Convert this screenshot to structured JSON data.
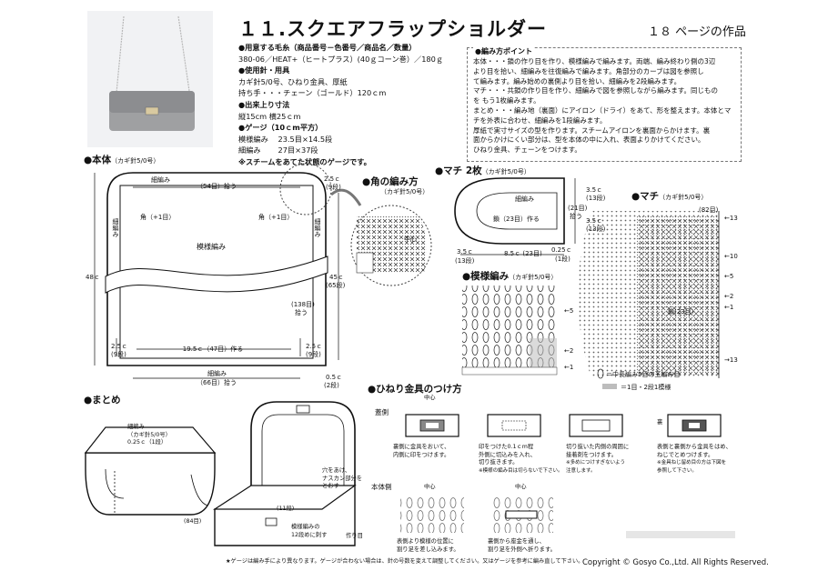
{
  "header": {
    "title": "１１.スクエアフラップショルダー",
    "page_ref": "１８ ページの作品"
  },
  "materials": {
    "yarn_heading": "●用意する毛糸（商品番号－色番号／商品名／数量）",
    "yarn_detail": "380-06／HEAT+（ヒートプラス）(40ｇコーン巻）／180ｇ",
    "tools_heading": "●使用針・用具",
    "tools_detail": "カギ針5/0号、ひねり金具、厚紙",
    "handle": "持ち手・・・チェーン（ゴールド）120ｃm",
    "size_heading": "●出来上り寸法",
    "size_detail": "縦15cm 横25ｃm",
    "gauge_heading": "●ゲージ（10ｃm平方）",
    "gauge_pattern": "模様編み　 23.5目×14.5段",
    "gauge_sc": "細編み　　 27目×37段",
    "gauge_note": "※スチームをあてた状態のゲージです。"
  },
  "tips": {
    "heading": "●編み方ポイント",
    "lines": [
      "本体・・・鎖の作り目を作り、模様編みで編みます。両端、編み終わり側の3辺",
      "より目を拾い、細編みを往復編みで編みます。角部分のカーブは図を参照し",
      "て編みます。編み始めの裏側より目を拾い、細編みを2段編みます。",
      "マチ・・・共鎖の作り目を作り、細編みで図を参照しながら編みます。同じもの",
      "を もう1枚編みます。",
      "まとめ・・・編み地（裏面）にアイロン（ドライ）をあて、形を整えます。本体とマ",
      "チを外表に合わせ、細編みを1段編みます。",
      "厚紙で実寸サイズの型を作ります。スチームアイロンを裏面からかけます。裏",
      "面からかけにくい部分は、型を本体の中に入れ、表面よりかけてください。",
      "ひねり金具、チェーンをつけます。"
    ]
  },
  "sections": {
    "body": "●本体",
    "body_hook": "（カギ針5/0号）",
    "corner": "●角の編み方",
    "corner_hook": "（カギ針5/0号）",
    "gusset2": "●マチ 2枚",
    "gusset2_hook": "（カギ針5/0号）",
    "gusset": "●マチ",
    "gusset_hook": "（カギ針5/0号）",
    "pattern": "●模様編み",
    "pattern_hook": "（カギ針5/0号）",
    "finish": "●まとめ",
    "clasp": "●ひねり金具のつけ方"
  },
  "body_labels": {
    "sc_top": "細編み",
    "pick54": "（54目）拾う",
    "corner_inc_l": "角（+1目）",
    "corner_inc_r": "角（+1目）",
    "sc_left": "細編み",
    "sc_right": "細編み",
    "pattern": "模様編み",
    "h48": "48ｃ",
    "h45": "45ｃ",
    "h45b": "(65段)",
    "pick138": "(138目)",
    "pick138b": "拾う",
    "w25l": "2.5ｃ",
    "w25lb": "(9段)",
    "w25r": "2.5ｃ",
    "w25rb": "(9段)",
    "w25t": "2.5ｃ",
    "w25tb": "(9段)",
    "start": "19.5ｃ（47目）作る",
    "sc_bottom": "細編み",
    "pick66": "（66目）拾う",
    "h05": "0.5ｃ",
    "h05b": "(2段)"
  },
  "corner_labels": {
    "center": "中心"
  },
  "gusset2_labels": {
    "sc": "細編み",
    "chain": "鎖（23目）作る",
    "w35": "3.5ｃ",
    "w35b": "(13段)",
    "w85": "8.5ｃ (23目)",
    "w025": "0.25ｃ",
    "w025b": "(1段)",
    "h35": "3.5ｃ",
    "h35b": "(13段)",
    "pick21": "(21目)",
    "pick21b": "拾う"
  },
  "gusset_labels": {
    "count82": "(82目)",
    "r13": "←13",
    "r10": "←10",
    "r5": "←5",
    "r2": "←2",
    "r1": "←1",
    "r13b": "→13",
    "chain23": "鎖(23目)"
  },
  "pattern_labels": {
    "r5": "←5",
    "r2": "←2",
    "r1": "←1",
    "legend1": "＝中長編み5目の玉編み目",
    "legend2": "＝1目・2段1模様"
  },
  "finish_labels": {
    "sc": "細編み",
    "hook": "（カギ針5/0号）",
    "rows": "0.25ｃ（1段）",
    "c84": "(84目)",
    "c11": "(11段)",
    "hole": "穴をあけ、",
    "hole2": "ナスカン部分を",
    "hole3": "とおす",
    "sew": "模様編みの",
    "sew2": "12段めに刺す",
    "make": "作り目"
  },
  "clasp_labels": {
    "center": "中心",
    "flap_side": "蓋側",
    "body_side": "本体側",
    "ura": "裏",
    "cap1": "裏側に金具をおいて、",
    "cap1b": "内側に印をつけます。",
    "cap2": "印をつけた0.1ｃm程",
    "cap2b": "外側に切込みを入れ、",
    "cap2c": "切り抜きます。",
    "cap2d": "※模様の編み目は切らないで下さい。",
    "cap3": "切り抜いた内側の周囲に",
    "cap3b": "接着剤をつけます。",
    "cap3c": "※多めにつけすぎないよう",
    "cap3d": "注意します。",
    "cap4": "表側と裏側から金具をはめ、",
    "cap4b": "ねじでとめつけます。",
    "cap4c": "※金具ねじ留め目の方は下図を",
    "cap4d": "参照して下さい。",
    "cap5": "表側より模様の位置に",
    "cap5b": "割り足を差し込みます。",
    "cap6": "裏側から座金を通し、",
    "cap6b": "割り足を外側へ折ります。"
  },
  "footer": {
    "copyright": "Copyright © Gosyo Co.,Ltd. All Rights Reserved.",
    "note": "★ゲージは編み手により異なります。ゲージが合わない場合は、針の号数を変えて調整してください。又はゲージを参考に編み直して下さい。"
  },
  "colors": {
    "ink": "#111111",
    "gray": "#9a9a9a",
    "tipsBorder": "#777777"
  }
}
